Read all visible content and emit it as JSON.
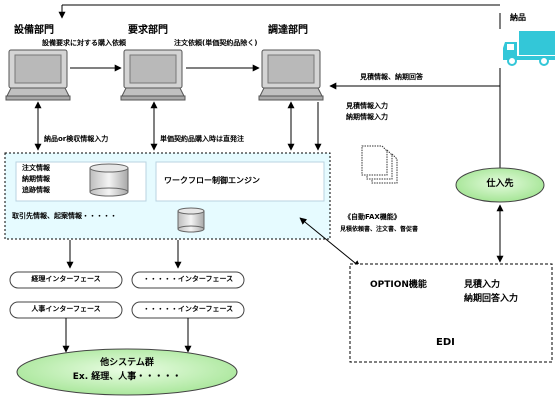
{
  "departments": {
    "equipment": "設備部門",
    "request": "要求部門",
    "procurement": "調達部門"
  },
  "flows": {
    "purchase_request": "設備要求に対する購入依頼",
    "order_request": "注文依頼(単価契約品除く)",
    "quote_reply": "見積情報、納期回答",
    "quote_input_1": "見積情報入力",
    "quote_input_2": "納期情報入力",
    "receipt_input": "納品or検収情報入力",
    "direct_order": "単価契約品購入時は直発注",
    "delivery": "納品"
  },
  "core_system": {
    "info_1": "注文情報",
    "info_2": "納期情報",
    "info_3": "追跡情報",
    "engine": "ワークフロー制御エンジン",
    "partner_info": "取引先情報、起案情報・・・・・"
  },
  "fax": {
    "title": "《自動FAX機能》",
    "docs": "見積依頼書、注文書、督促書"
  },
  "supplier": "仕入先",
  "edi": {
    "option": "OPTION機能",
    "quote": "見積入力",
    "delivery_reply": "納期回答入力",
    "label": "EDI"
  },
  "interfaces": {
    "accounting": "経理インターフェース",
    "generic_1": "・・・・・インターフェース",
    "hr": "人事インターフェース",
    "generic_2": "・・・・・インターフェース"
  },
  "other_systems": {
    "title": "他システム群",
    "examples": "Ex. 経理、人事・・・・・"
  },
  "colors": {
    "core_fill": "#e6fbff",
    "supplier_fill": "#c6f4bd",
    "other_fill": "#c6f4bd",
    "truck": "#33c7d8",
    "pc": "#cfcfcf"
  }
}
